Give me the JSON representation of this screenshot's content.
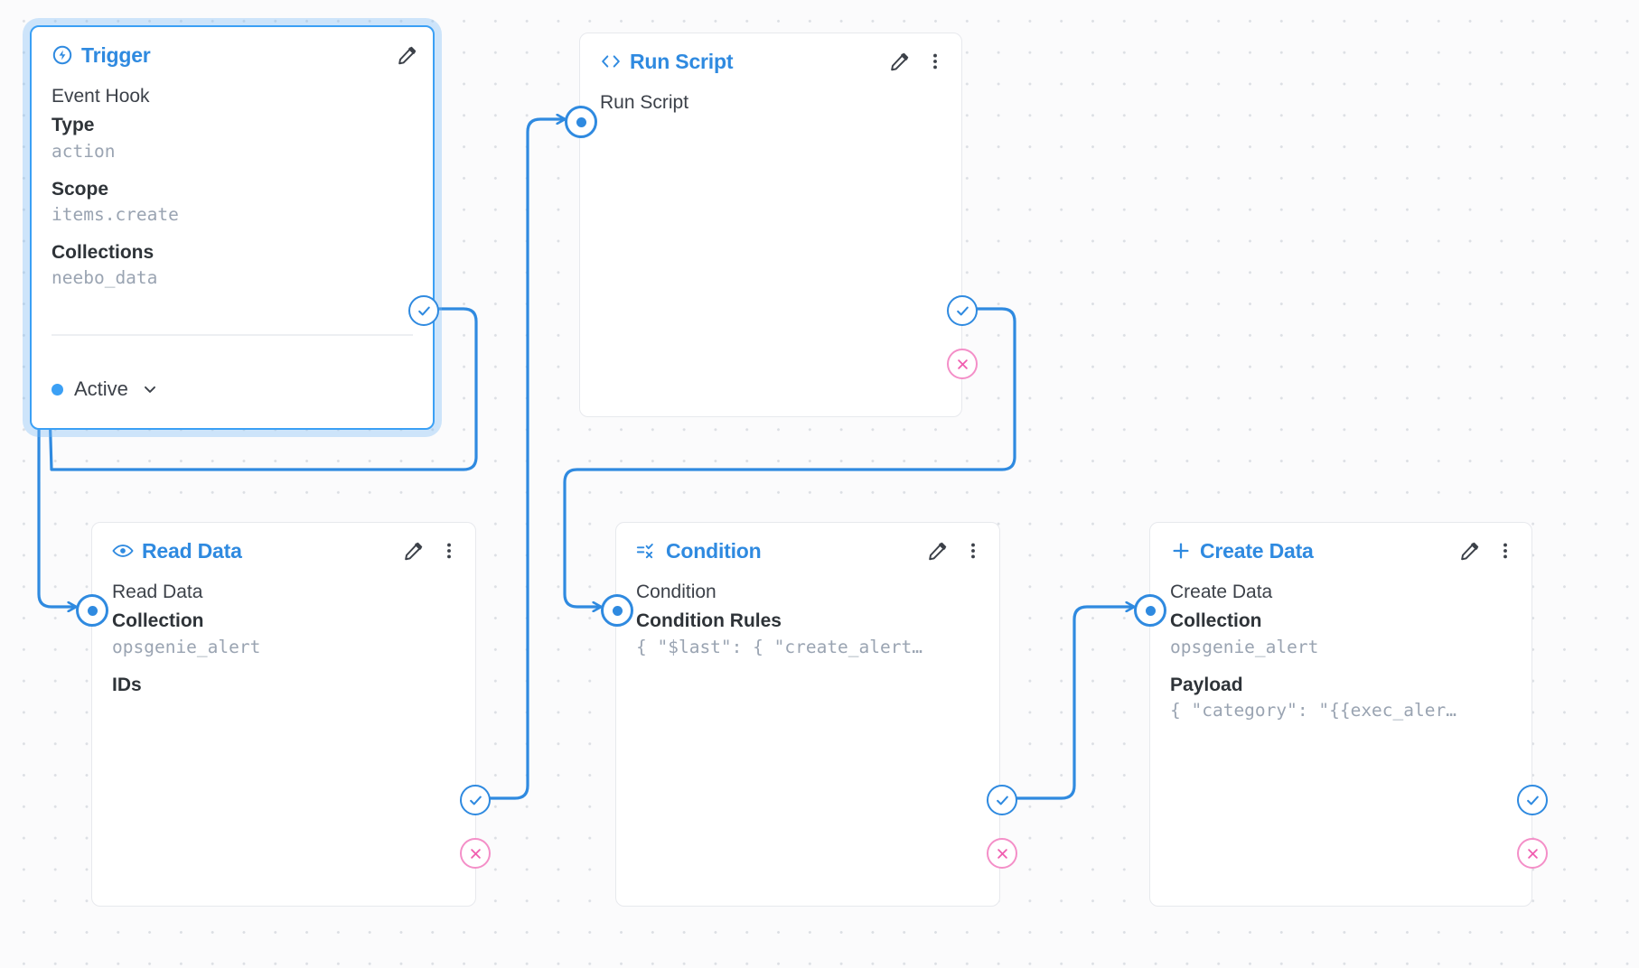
{
  "canvas": {
    "background": "#fbfbfc",
    "accent": "#2f8ae0",
    "error_accent": "#f48fc8",
    "selected_glow": "#76b8f7"
  },
  "nodes": [
    {
      "id": "trigger",
      "title": "Trigger",
      "icon": "bolt-circle-icon",
      "selected": true,
      "edit_icon": "pencil-icon",
      "menu_icon": "kebab-menu-icon",
      "has_menu": false,
      "operation_name": "Event Hook",
      "fields": [
        {
          "label": "Type",
          "value": "action"
        },
        {
          "label": "Scope",
          "value": "items.create"
        },
        {
          "label": "Collections",
          "value": "neebo_data"
        }
      ],
      "status": {
        "label": "Active",
        "dot_color": "#3ba0f5",
        "chevron": "chevron-down-icon"
      },
      "handles": {
        "input": false,
        "success": true,
        "error": false
      }
    },
    {
      "id": "run-script",
      "title": "Run Script",
      "icon": "code-brackets-icon",
      "selected": false,
      "edit_icon": "pencil-icon",
      "menu_icon": "kebab-menu-icon",
      "has_menu": true,
      "operation_name": "Run Script",
      "fields": [],
      "handles": {
        "input": true,
        "success": true,
        "error": true
      }
    },
    {
      "id": "read-data",
      "title": "Read Data",
      "icon": "eye-icon",
      "selected": false,
      "edit_icon": "pencil-icon",
      "menu_icon": "kebab-menu-icon",
      "has_menu": true,
      "operation_name": "Read Data",
      "fields": [
        {
          "label": "Collection",
          "value": "opsgenie_alert"
        },
        {
          "label": "IDs",
          "value": ""
        }
      ],
      "handles": {
        "input": true,
        "success": true,
        "error": true
      }
    },
    {
      "id": "condition",
      "title": "Condition",
      "icon": "filter-condition-icon",
      "selected": false,
      "edit_icon": "pencil-icon",
      "menu_icon": "kebab-menu-icon",
      "has_menu": true,
      "operation_name": "Condition",
      "fields": [
        {
          "label": "Condition Rules",
          "value": "{ \"$last\": { \"create_alert…"
        }
      ],
      "handles": {
        "input": true,
        "success": true,
        "error": true
      }
    },
    {
      "id": "create-data",
      "title": "Create Data",
      "icon": "plus-icon",
      "selected": false,
      "edit_icon": "pencil-icon",
      "menu_icon": "kebab-menu-icon",
      "has_menu": true,
      "operation_name": "Create Data",
      "fields": [
        {
          "label": "Collection",
          "value": "opsgenie_alert"
        },
        {
          "label": "Payload",
          "value": "{ \"category\": \"{{exec_aler…"
        }
      ],
      "handles": {
        "input": true,
        "success": true,
        "error": true
      }
    }
  ]
}
